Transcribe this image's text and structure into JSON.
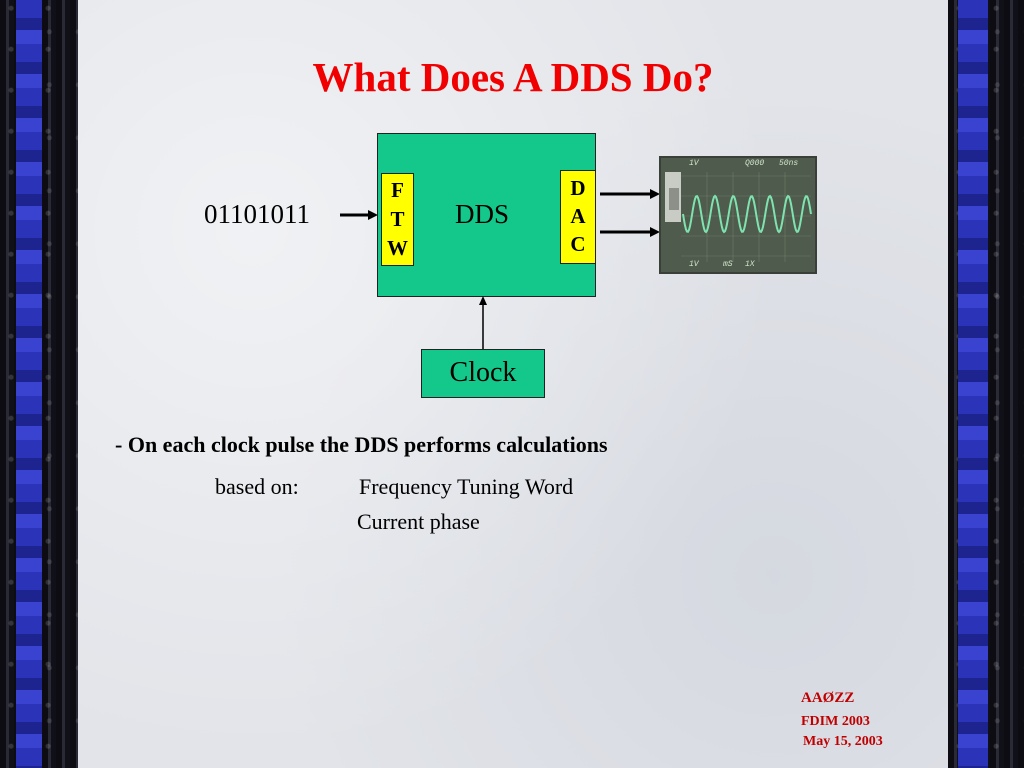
{
  "slide": {
    "title": "What Does A DDS Do?",
    "binary_input": "01101011",
    "dds_label": "DDS",
    "ftw_letters": [
      "F",
      "T",
      "W"
    ],
    "dac_letters": [
      "D",
      "A",
      "C"
    ],
    "clock_label": "Clock",
    "bullet_text": "- On each clock pulse the DDS performs calculations",
    "based_on_label": "based on:",
    "based_on_items": [
      "Frequency Tuning Word",
      "Current phase"
    ],
    "scope_top_left": "1V",
    "scope_top_mid": "Q000",
    "scope_top_right": "50ns",
    "scope_bottom_left": "1V",
    "scope_bottom_mid": "mS",
    "scope_bottom_right": "1X"
  },
  "footer": {
    "author": "AAØZZ",
    "event": "FDIM 2003",
    "date": "May  15, 2003"
  },
  "colors": {
    "title": "#f00000",
    "block": "#14c88c",
    "highlight": "#ffff00",
    "footer": "#c00000",
    "scope_trace": "#7fe3b0"
  }
}
